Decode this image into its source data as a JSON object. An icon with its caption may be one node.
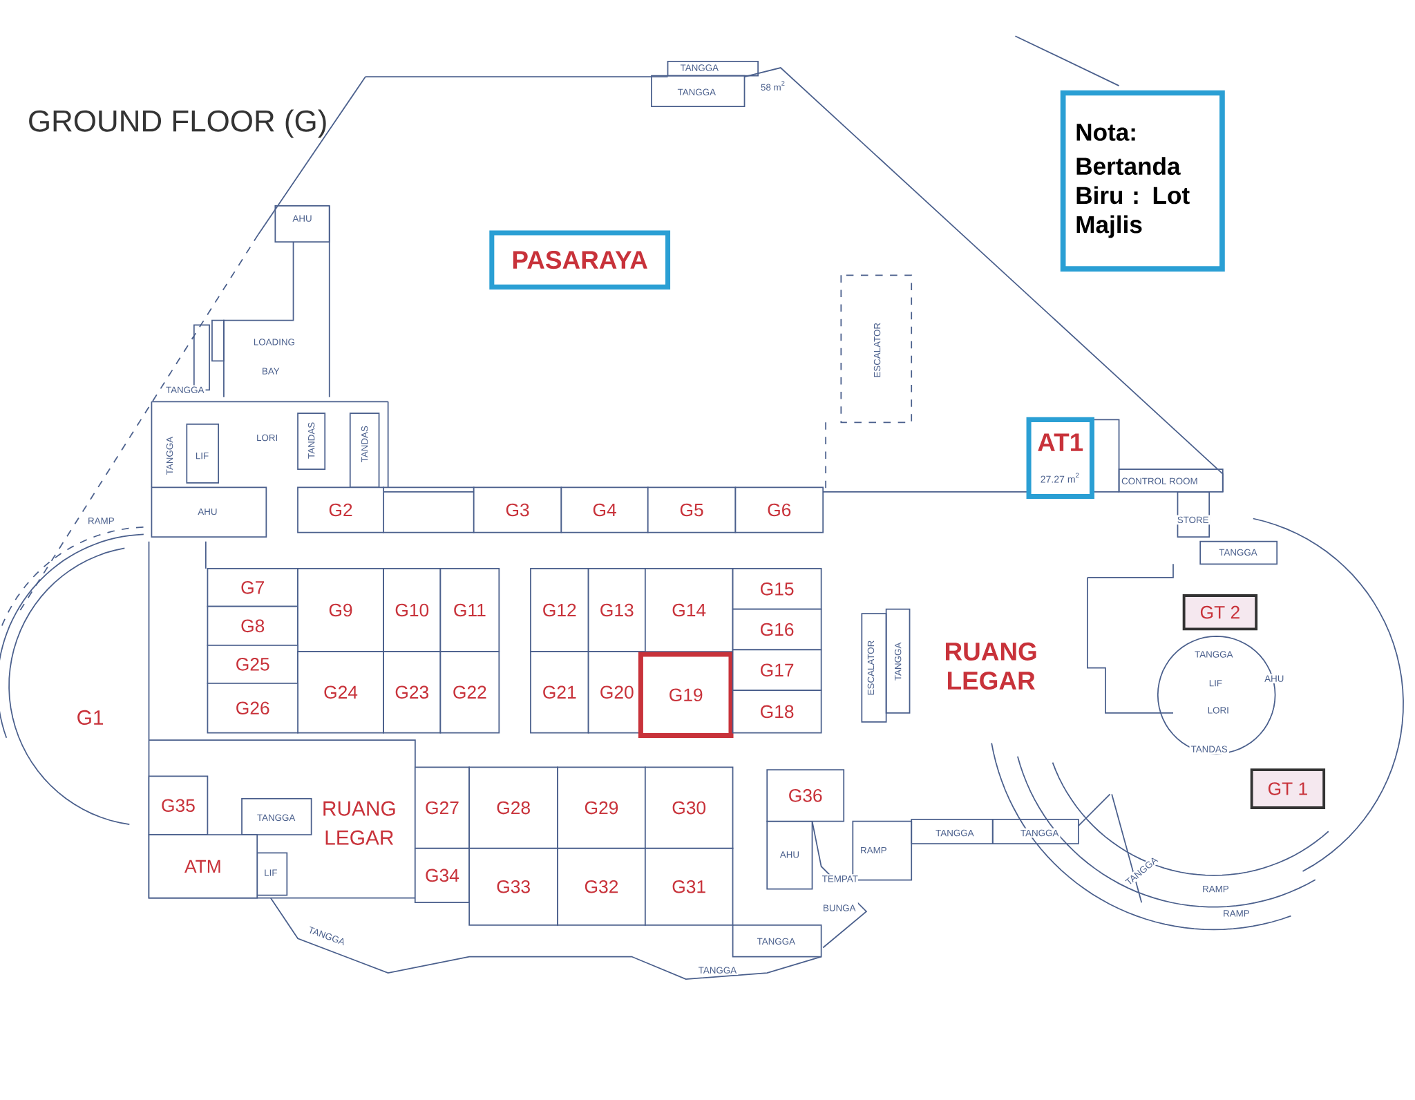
{
  "diagram": {
    "title": "GROUND FLOOR (G)",
    "nodes": [
      {
        "text": [
          "PASARAYA"
        ]
      },
      {
        "text": [
          "Nota:",
          "Bertanda Biru : Lot Majlis"
        ]
      },
      {
        "text": [
          "AT1",
          "27.27 m$^{2}$"
        ]
      },
      {
        "text": [
          "G1"
        ]
      },
      {
        "text": [
          "G2"
        ]
      },
      {
        "text": [
          "G3"
        ]
      },
      {
        "text": [
          "G4"
        ]
      },
      {
        "text": [
          "G5"
        ]
      },
      {
        "text": [
          "G6"
        ]
      },
      {
        "text": [
          "G7"
        ]
      },
      {
        "text": [
          "G8"
        ]
      },
      {
        "text": [
          "G9"
        ]
      },
      {
        "text": [
          "G10"
        ]
      },
      {
        "text": [
          "G11"
        ]
      },
      {
        "text": [
          "G12"
        ]
      },
      {
        "text": [
          "G13"
        ]
      },
      {
        "text": [
          "G14"
        ]
      },
      {
        "text": [
          "G15"
        ]
      },
      {
        "text": [
          "G16"
        ]
      },
      {
        "text": [
          "G25"
        ]
      },
      {
        "text": [
          "G24"
        ]
      },
      {
        "text": [
          "G23"
        ]
      },
      {
        "text": [
          "G22"
        ]
      },
      {
        "text": [
          "G21"
        ]
      },
      {
        "text": [
          "G20"
        ]
      },
      {
        "text": [
          "G19"
        ]
      },
      {
        "text": [
          "G17"
        ]
      },
      {
        "text": [
          "G26"
        ]
      },
      {
        "text": [
          "G18"
        ]
      },
      {
        "text": [
          "GT 2"
        ]
      },
      {
        "text": [
          "G27"
        ]
      },
      {
        "text": [
          "G28"
        ]
      },
      {
        "text": [
          "G29"
        ]
      },
      {
        "text": [
          "G30"
        ]
      },
      {
        "text": [
          "G36"
        ]
      },
      {
        "text": [
          "G35"
        ]
      },
      {
        "text": [
          "GT 1"
        ]
      },
      {
        "text": [
          "G34"
        ]
      },
      {
        "text": [
          "G33"
        ]
      },
      {
        "text": [
          "G32"
        ]
      },
      {
        "text": [
          "G31"
        ]
      },
      {
        "text": [
          "ATM"
        ]
      }
    ],
    "labels": [
      "TANGGA",
      "TANGGA",
      "58 m$^{2}$",
      "AHU",
      "LOADING BAY",
      "TANGGA",
      "TANGGA",
      "LIF",
      "LORI",
      "TANDAS",
      "TANDAS",
      "ESCALATOR",
      "AHU",
      "RAMP",
      "CONTROL ROOM",
      "STORE",
      "TANGGA",
      "ESCALATOR",
      "TANGGA",
      "RUANG LEGAR",
      "TANGGA",
      "LIF",
      "AHU",
      "LORI",
      "TANDAS",
      "RUANG LEGAR",
      "TANGGA",
      "LIF",
      "AHU",
      "RAMP",
      "TANGGA",
      "TANGGA",
      "TEMPAT BUNGA",
      "TANGGA",
      "RAMP",
      "RAMP",
      "TANGGA",
      "TANGGA",
      "TANGGA"
    ]
  }
}
